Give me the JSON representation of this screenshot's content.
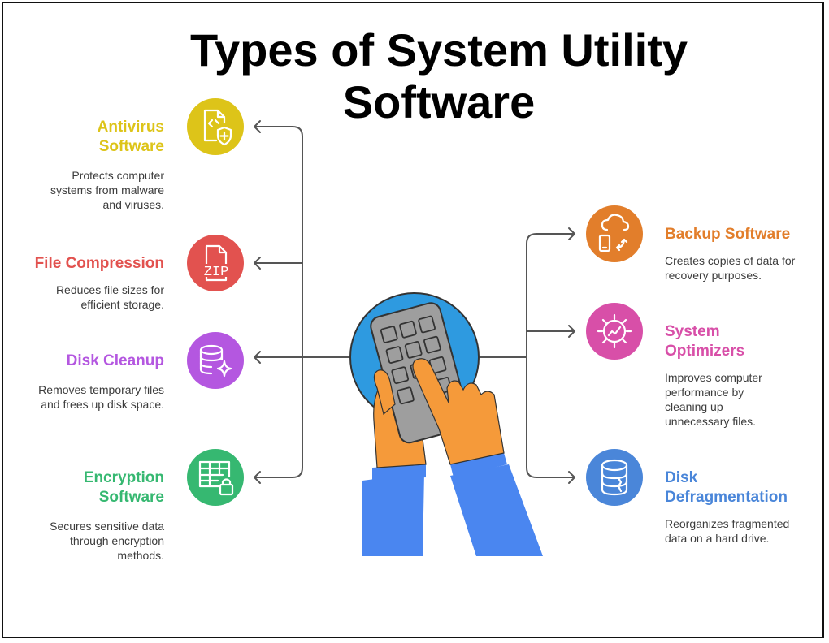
{
  "title": "Types of System Utility Software",
  "colors": {
    "antivirus": "#DDC419",
    "compression": "#E2524F",
    "cleanup": "#B457E0",
    "encryption": "#36B871",
    "backup": "#E27E2B",
    "optimizers": "#D84FA8",
    "defrag": "#4A86D9",
    "connector": "#555555",
    "hand": "#F59A3A",
    "sleeve": "#4A86F0",
    "device": "#9E9E9E",
    "backdrop": "#2E9AE0"
  },
  "items": {
    "antivirus": {
      "heading": "Antivirus Software",
      "description": "Protects computer systems from malware and viruses.",
      "icon": "shield-code-icon"
    },
    "compression": {
      "heading": "File Compression",
      "description": "Reduces file sizes for efficient storage.",
      "icon": "zip-file-icon"
    },
    "cleanup": {
      "heading": "Disk Cleanup",
      "description": "Removes temporary files and frees up disk space.",
      "icon": "database-sparkle-icon"
    },
    "encryption": {
      "heading": "Encryption Software",
      "description": "Secures sensitive data through encryption methods.",
      "icon": "table-lock-icon"
    },
    "backup": {
      "heading": "Backup Software",
      "description": "Creates copies of data for recovery purposes.",
      "icon": "cloud-sync-icon"
    },
    "optimizers": {
      "heading": "System Optimizers",
      "description": "Improves computer performance by cleaning up unnecessary files.",
      "icon": "gear-chart-icon"
    },
    "defrag": {
      "heading": "Disk Defragmentation",
      "description": "Reorganizes fragmented data on a hard drive.",
      "icon": "database-fragment-icon"
    }
  },
  "icon_labels": {
    "zip": "ZIP"
  },
  "hero": {
    "icon": "hands-calculator-icon"
  }
}
